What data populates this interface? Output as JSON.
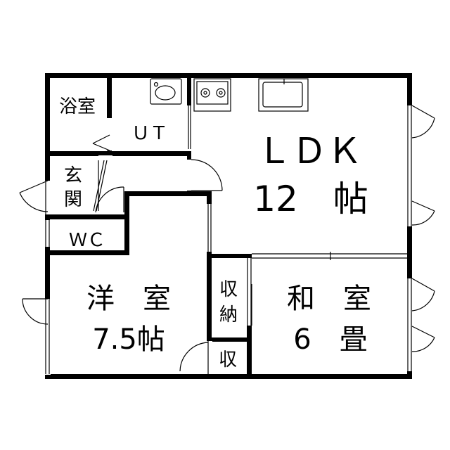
{
  "rooms": {
    "bath": "浴室",
    "utility": "ＵＴ",
    "ldk_name": "ＬＤＫ",
    "ldk_size": "12　帖",
    "entrance_1": "玄",
    "entrance_2": "関",
    "toilet": "ＷＣ",
    "western_name": "洋　室",
    "western_size": "7.5帖",
    "closet_1": "収",
    "closet_2": "納",
    "closet_small": "収",
    "japanese_name": "和　室",
    "japanese_size": "6　畳"
  }
}
